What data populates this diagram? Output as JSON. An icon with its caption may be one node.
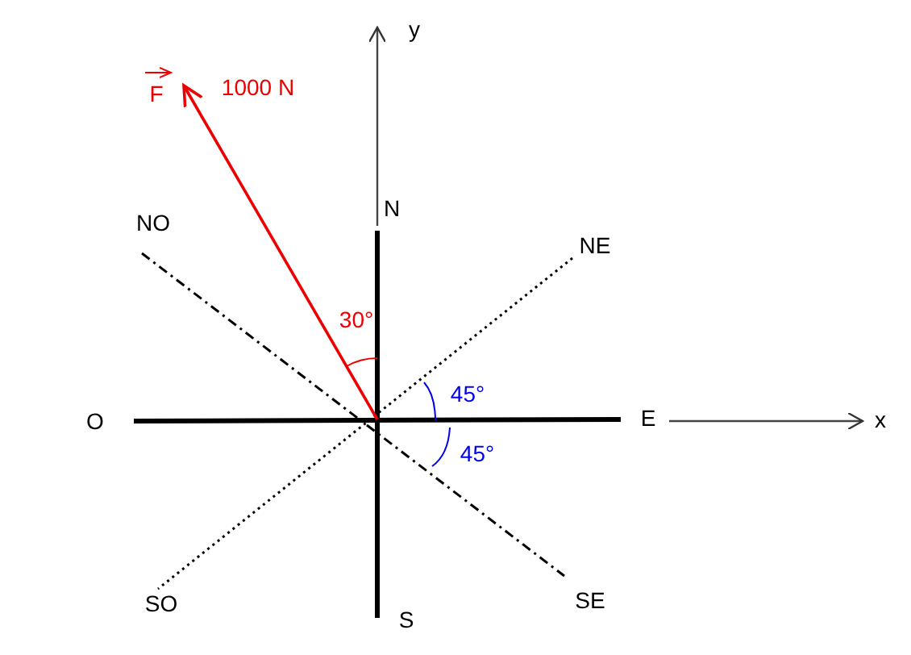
{
  "diagram": {
    "labels": [
      "y",
      "F",
      "1000 N",
      "N",
      "NO",
      "NE",
      "30°",
      "45°",
      "O",
      "E",
      "x",
      "45°",
      "SO",
      "S",
      "SE"
    ]
  }
}
